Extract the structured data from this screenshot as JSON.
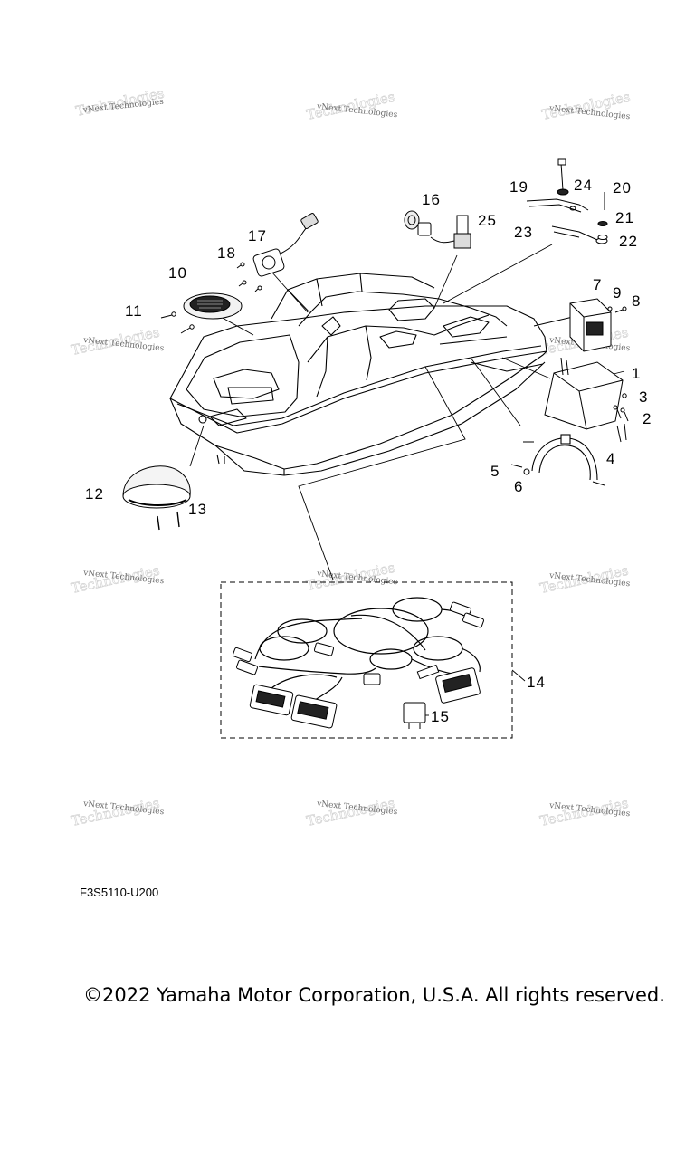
{
  "callouts": [
    "1",
    "2",
    "3",
    "4",
    "5",
    "6",
    "7",
    "8",
    "9",
    "10",
    "11",
    "12",
    "13",
    "14",
    "15",
    "16",
    "17",
    "18",
    "19",
    "20",
    "21",
    "22",
    "23",
    "24",
    "25"
  ],
  "watermark": {
    "text": "vNext Technologies",
    "big_text": "Technologies"
  },
  "diagram_code": "F3S5110-U200",
  "copyright": "©2022 Yamaha Motor Corporation, U.S.A. All rights reserved."
}
